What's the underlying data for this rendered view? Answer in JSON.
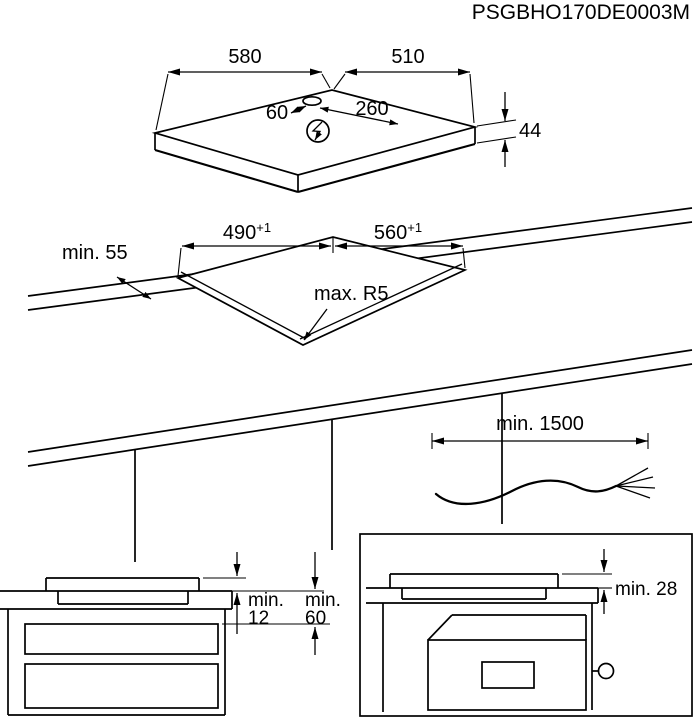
{
  "drawing_code": "PSGBHO170DE0003M",
  "colors": {
    "line": "#000000",
    "background": "#ffffff"
  },
  "hob": {
    "width": "580",
    "depth": "510",
    "height": "44",
    "hole_to_left": "60",
    "hole_to_right": "260"
  },
  "cutout": {
    "depth": "490",
    "depth_tolerance": "+1",
    "width": "560",
    "width_tolerance": "+1",
    "edge_clearance": "min. 55",
    "corner_radius": "max. R5"
  },
  "cable": {
    "min_length": "min. 1500"
  },
  "side_view": {
    "clearance_top_label": "min.",
    "clearance_top_value": "12",
    "clearance_bottom_label": "min.",
    "clearance_bottom_value": "60"
  },
  "oven_view": {
    "clearance": "min. 28"
  }
}
